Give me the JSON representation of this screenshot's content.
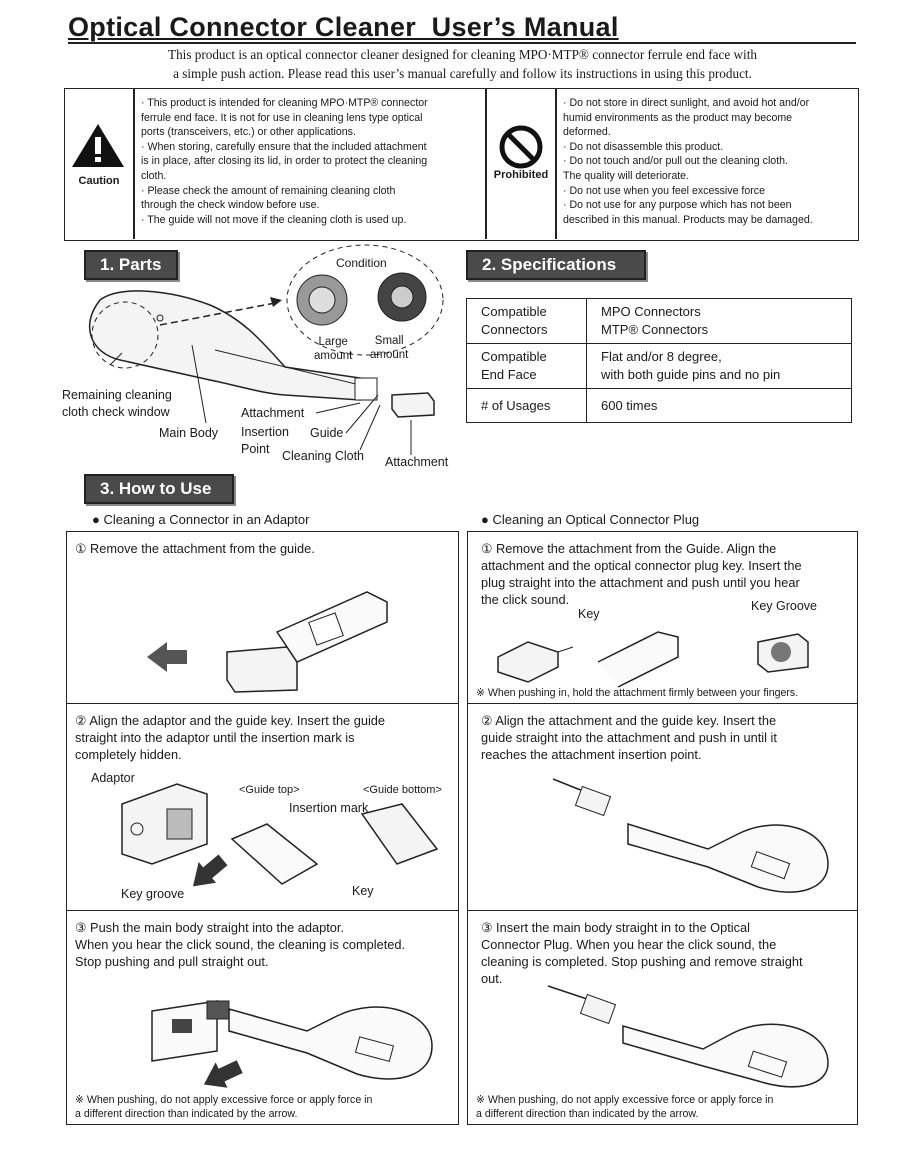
{
  "title": "Optical Connector Cleaner  User’s Manual",
  "intro": [
    "This product is an optical connector cleaner designed for cleaning MPO·MTP® connector ferrule end face with",
    "a simple push action. Please read this user’s manual carefully and follow its instructions in using this product."
  ],
  "caution": {
    "label": "Caution",
    "lines": [
      "· This product is intended for cleaning MPO·MTP® connector",
      "ferrule end face. It is not for use in cleaning lens type optical",
      "ports (transceivers, etc.) or other applications.",
      "· When storing, carefully ensure that the included attachment",
      "is in place, after closing its lid, in order to protect the cleaning",
      "cloth.",
      "· Please check the amount of remaining cleaning cloth",
      "through the check window before use.",
      "· The guide will not move if the cleaning cloth is used up."
    ]
  },
  "prohibited": {
    "label": "Prohibited",
    "lines": [
      "· Do not store in direct sunlight, and avoid hot and/or",
      "humid environments as the product  may become",
      "deformed.",
      "· Do not disassemble this product.",
      "· Do not touch and/or pull out the cleaning cloth.",
      "The quality will deteriorate.",
      "· Do not use when you feel excessive force",
      "· Do not use for any purpose which has not been",
      "described in this manual. Products may be damaged."
    ]
  },
  "parts": {
    "heading": "1. Parts",
    "condition": "Condition",
    "large_1": "Large",
    "large_2": "amount",
    "small_1": "Small",
    "small_2": "amount",
    "remaining_1": "Remaining cleaning",
    "remaining_2": "cloth check window",
    "main_body": "Main Body",
    "attachment_ptr": "Attachment",
    "insertion_1": "Insertion",
    "insertion_2": "Point",
    "guide": "Guide",
    "cleaning_cloth": "Cleaning Cloth",
    "attachment": "Attachment"
  },
  "specs": {
    "heading": "2. Specifications",
    "rows": [
      {
        "k1": "Compatible",
        "k2": "Connectors",
        "v1": "MPO Connectors",
        "v2": "MTP® Connectors"
      },
      {
        "k1": "Compatible",
        "k2": "End Face",
        "v1": "Flat and/or 8 degree,",
        "v2": "with both guide pins and no pin"
      },
      {
        "k1": "# of Usages",
        "k2": "",
        "v1": "600 times",
        "v2": ""
      }
    ]
  },
  "howto": {
    "heading": "3. How to Use",
    "left_title": "Cleaning a Connector in an Adaptor",
    "right_title": "Cleaning an Optical Connector Plug",
    "l1": "① Remove the attachment from the guide.",
    "l2": [
      "② Align the adaptor and the guide key. Insert the guide",
      "straight into the adaptor until the insertion mark is",
      "completely hidden."
    ],
    "l2_adaptor": "Adaptor",
    "l2_guide_top": "<Guide top>",
    "l2_guide_bottom": "<Guide bottom>",
    "l2_insertion_mark": "Insertion mark",
    "l2_key_groove": "Key groove",
    "l2_key": "Key",
    "l3": [
      "③ Push the main body straight into the adaptor.",
      "When you hear the click sound, the cleaning is completed.",
      "Stop pushing and pull straight out."
    ],
    "l3_note": [
      "※ When pushing, do not apply excessive force or apply force in",
      "a different direction than indicated by the arrow."
    ],
    "r1": [
      "① Remove the attachment from the Guide. Align the",
      "attachment and the optical connector plug key.  Insert the",
      "plug straight into the attachment and push until you hear",
      "the click sound."
    ],
    "r1_key": "Key",
    "r1_key_groove": "Key Groove",
    "r1_note": "※ When pushing in, hold the attachment firmly between your fingers.",
    "r2": [
      "② Align the attachment and the guide key. Insert the",
      "guide straight into the attachment and push in until it",
      "reaches the attachment insertion point."
    ],
    "r3": [
      "③ Insert the main body straight in to the Optical",
      "Connector Plug. When you hear the click sound, the",
      "cleaning is completed. Stop pushing and remove straight",
      "out."
    ],
    "r3_note": [
      "※ When pushing, do not apply excessive force or apply force in",
      "a different direction than indicated by the arrow."
    ]
  }
}
